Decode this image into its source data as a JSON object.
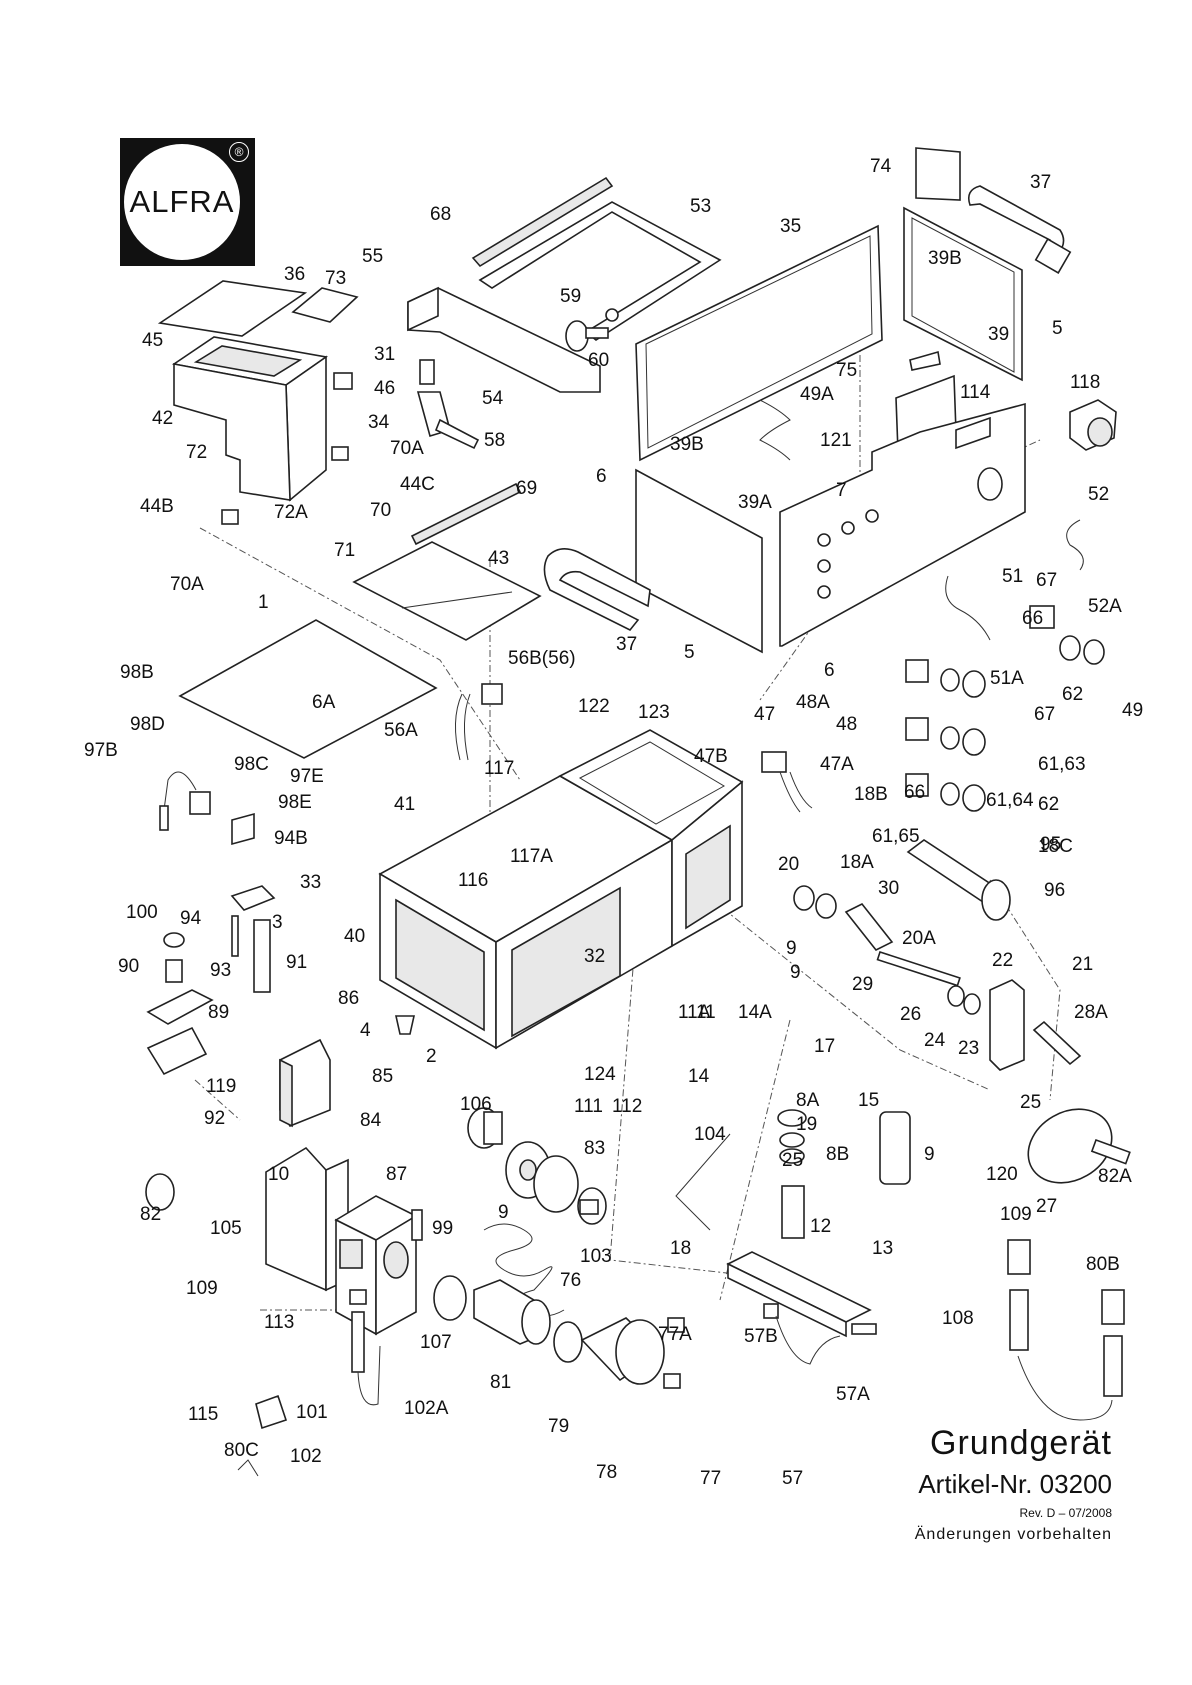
{
  "logo": {
    "text": "ALFRA",
    "registered": "®"
  },
  "title": {
    "name": "Grundgerät",
    "article": "Artikel-Nr. 03200",
    "revision": "Rev. D – 07/2008",
    "note": "Änderungen vorbehalten"
  },
  "part_labels": [
    "74",
    "37",
    "68",
    "53",
    "35",
    "39B",
    "5",
    "39",
    "36",
    "73",
    "55",
    "59",
    "60",
    "31",
    "46",
    "45",
    "42",
    "54",
    "58",
    "34",
    "70A",
    "44C",
    "72",
    "72A",
    "70",
    "75",
    "49A",
    "118",
    "114",
    "121",
    "39B",
    "39A",
    "6",
    "7",
    "52",
    "52A",
    "69",
    "71",
    "44B",
    "70A",
    "43",
    "37",
    "5",
    "51",
    "67",
    "66",
    "51A",
    "62",
    "49",
    "6",
    "1",
    "98B",
    "56B(56)",
    "56A",
    "6A",
    "122",
    "123",
    "47",
    "48A",
    "48",
    "98D",
    "98C",
    "97B",
    "97E",
    "47B",
    "47A",
    "67",
    "61,63",
    "117",
    "41",
    "98E",
    "94B",
    "116",
    "117A",
    "66",
    "61,64",
    "18B",
    "62",
    "18C",
    "61,65",
    "95",
    "33",
    "20",
    "18A",
    "30",
    "96",
    "100",
    "94",
    "3",
    "40",
    "32",
    "9",
    "20A",
    "29",
    "90",
    "93",
    "91",
    "9",
    "22",
    "21",
    "89",
    "86",
    "11A",
    "11",
    "14A",
    "26",
    "28A",
    "4",
    "2",
    "24",
    "23",
    "119",
    "85",
    "124",
    "14",
    "17",
    "111",
    "112",
    "25",
    "92",
    "84",
    "106",
    "8A",
    "15",
    "83",
    "104",
    "19",
    "8B",
    "9",
    "10",
    "87",
    "120",
    "25",
    "82A",
    "82",
    "105",
    "9",
    "27",
    "99",
    "103",
    "12",
    "109",
    "18",
    "13",
    "76",
    "80B",
    "109",
    "113",
    "108",
    "107",
    "81",
    "57B",
    "77A",
    "115",
    "101",
    "102A",
    "79",
    "57A",
    "102",
    "78",
    "57",
    "77",
    "80C"
  ]
}
